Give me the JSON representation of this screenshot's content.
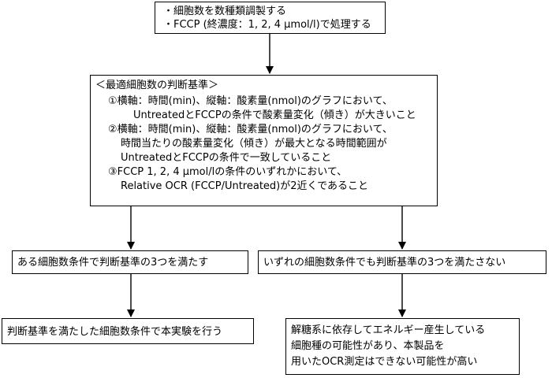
{
  "top_box": {
    "lines": [
      "・細胞数を数種類調製する",
      "・FCCP (終濃度：1, 2, 4 μmol/l)で処理する"
    ]
  },
  "criteria_box": {
    "title": "＜最適細胞数の判断基準＞",
    "items": [
      "①横軸：時間(min)、縦軸：酸素量(nmol)のグラフにおいて、",
      "UntreatedとFCCPの条件で酸素量変化（傾き）が大きいこと",
      "②横軸：時間(min)、縦軸：酸素量(nmol)のグラフにおいて、",
      "時間当たりの酸素量変化（傾き）が最大となる時間範囲が",
      "UntreatedとFCCPの条件で一致していること",
      "③FCCP 1, 2, 4 μmol/lの条件のいずれかにおいて、",
      "Relative OCR (FCCP/Untreated)が2近くであること"
    ]
  },
  "left_condition": "ある細胞数条件で判断基準の3つを満たす",
  "right_condition": "いずれの細胞数条件でも判断基準の3つを満たさない",
  "left_result": "判断基準を満たした細胞数条件で本実験を行う",
  "right_result": [
    "解糖系に依存してエネルギー産生している",
    "細胞種の可能性があり、本製品を",
    "用いたOCR測定はできない可能性が高い"
  ]
}
